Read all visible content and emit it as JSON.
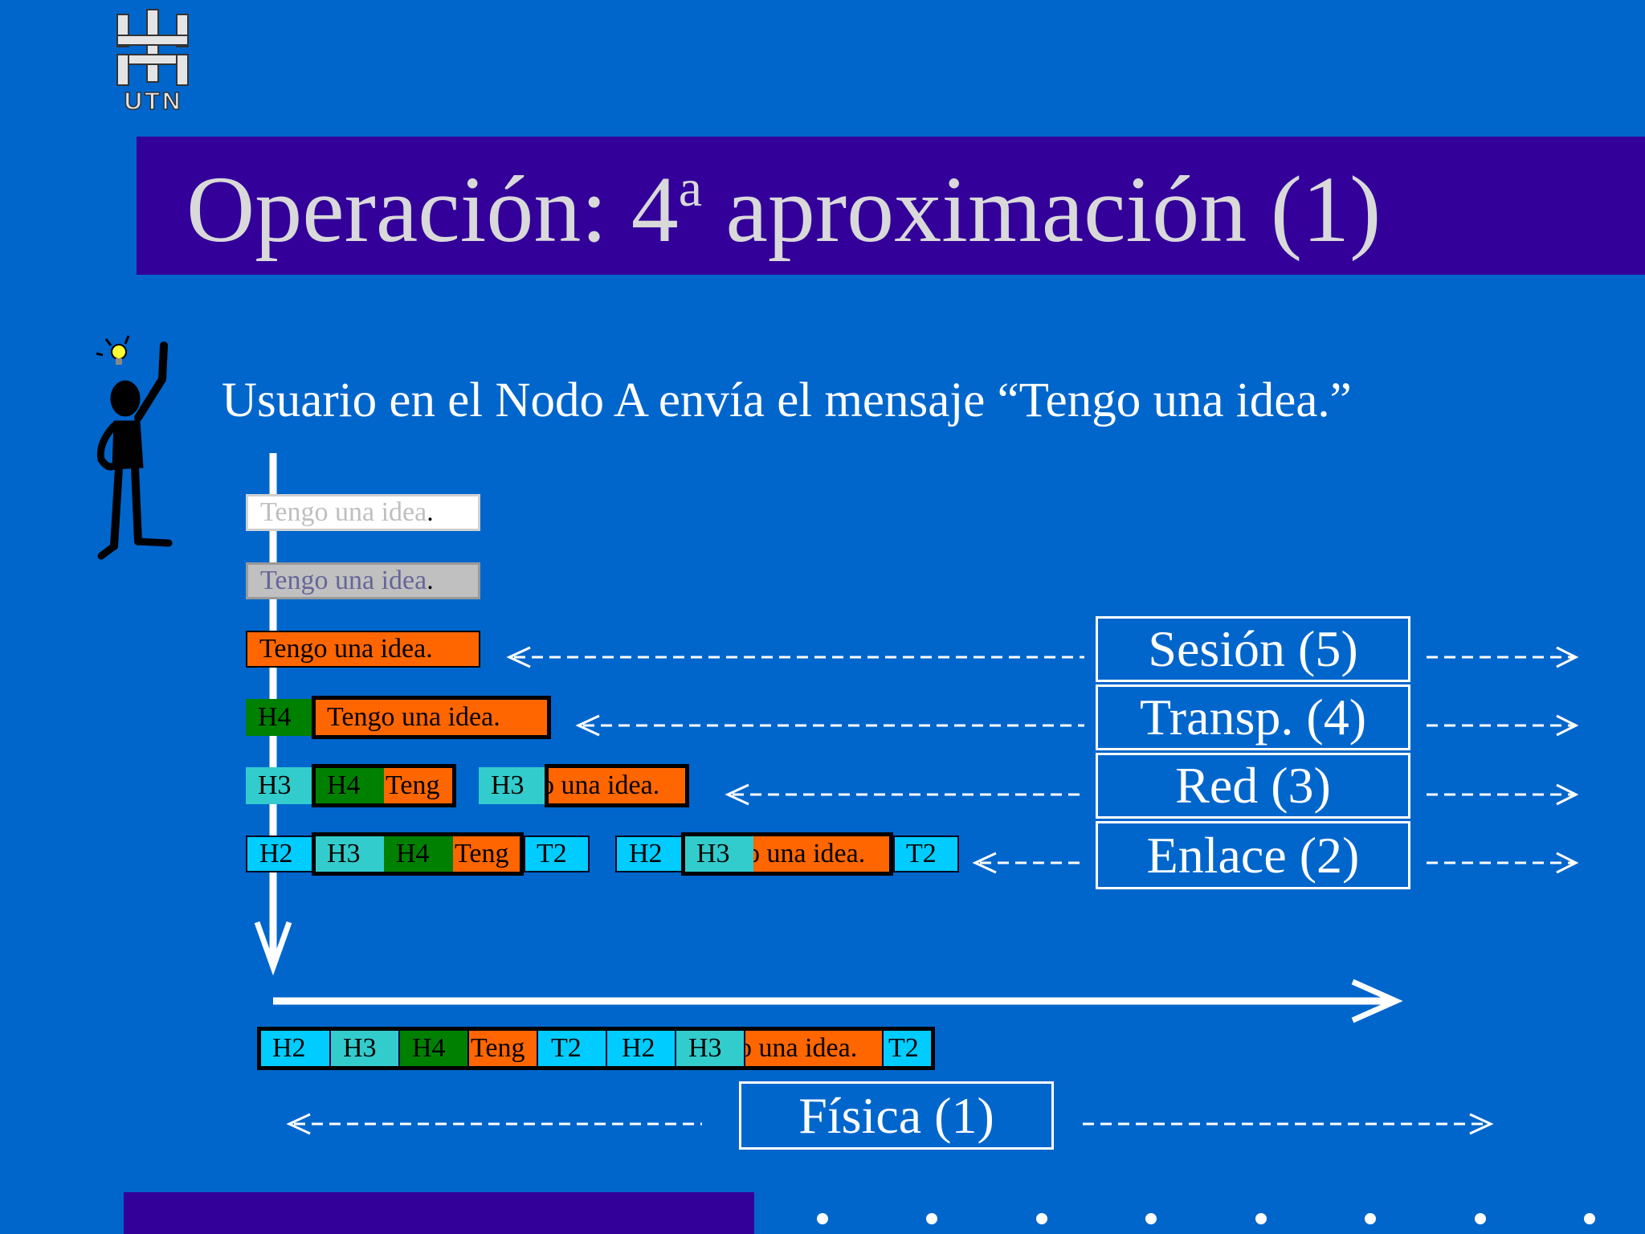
{
  "logo": {
    "text": "UTN"
  },
  "title": {
    "main": "Operación: 4",
    "sup": "a",
    "rest": " aproximación (1)"
  },
  "subtitle": "Usuario en el Nodo A envía el mensaje “Tengo una idea.”",
  "colors": {
    "background": "#0066cc",
    "title_bar": "#330099",
    "title_text": "#d9d9d9",
    "data": "#ff6600",
    "h4": "#008000",
    "h3": "#33cccc",
    "h2_t2": "#00ccff"
  },
  "rows": {
    "application": {
      "label": "Tengo una idea"
    },
    "presentation": {
      "label": "Tengo una idea"
    },
    "session": {
      "label": "Tengo una idea."
    },
    "transport": {
      "h4": "H4",
      "data": "Tengo una idea."
    },
    "network": {
      "p1_h3": "H3",
      "p1_h4": "H4",
      "p1_data": "Teng",
      "p2_h3": "H3",
      "p2_data": "o una idea."
    },
    "link": {
      "f1_h2": "H2",
      "f1_h3": "H3",
      "f1_h4": "H4",
      "f1_data": "Teng",
      "f1_t2": "T2",
      "f2_h2": "H2",
      "f2_h3": "H3",
      "f2_data": "o una idea.",
      "f2_t2": "T2"
    },
    "physical": {
      "h2a": "H2",
      "h3a": "H3",
      "h4": "H4",
      "data_a": "Teng",
      "t2a": "T2",
      "h2b": "H2",
      "h3b": "H3",
      "data_b": "o una idea.",
      "t2b": "T2"
    }
  },
  "layers": {
    "session": "Sesión (5)",
    "transport": "Transp. (4)",
    "network": "Red (3)",
    "link": "Enlace (2)",
    "physical": "Física (1)"
  }
}
